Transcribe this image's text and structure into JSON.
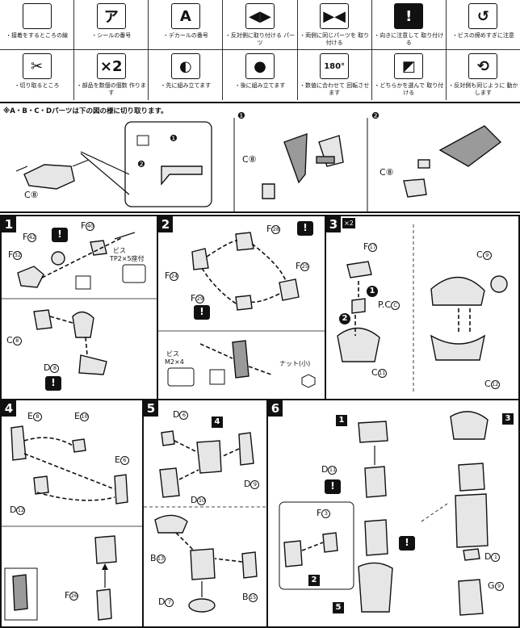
{
  "legend": {
    "row1": [
      {
        "icon": "blade-icon",
        "glyph": "",
        "caption": "・接着をするところの線"
      },
      {
        "icon": "sticker-icon",
        "glyph": "ア",
        "caption": "・シールの番号"
      },
      {
        "icon": "decal-icon",
        "glyph": "A",
        "caption": "・デカールの番号"
      },
      {
        "icon": "flip-arrows-icon",
        "glyph": "◀▶",
        "caption": "・反対側に取り付ける パーツ"
      },
      {
        "icon": "same-parts-icon",
        "glyph": "▶◀",
        "caption": "・両側に同じパーツを 取り付ける"
      },
      {
        "icon": "caution-icon",
        "glyph": "!",
        "caption": "・向きに注意して 取り付ける"
      },
      {
        "icon": "screw-tighten-icon",
        "glyph": "↺",
        "caption": "・ビスの締めすぎに注意"
      }
    ],
    "row2": [
      {
        "icon": "nipper-icon",
        "glyph": "✂",
        "caption": "・切り取るところ"
      },
      {
        "icon": "multiply-icon",
        "glyph": "×2",
        "caption": "・部品を数個の個数 作ります"
      },
      {
        "icon": "fit-first-icon",
        "glyph": "◐",
        "caption": "・先に組み立てます"
      },
      {
        "icon": "fit-later-icon",
        "glyph": "●",
        "caption": "・後に組み立てます"
      },
      {
        "icon": "rotate-180-icon",
        "glyph": "180°",
        "caption": "・数値に合わせて 回転させます"
      },
      {
        "icon": "choose-one-icon",
        "glyph": "◩",
        "caption": "・どちらかを選んで 取り付ける"
      },
      {
        "icon": "movable-icon",
        "glyph": "⟲",
        "caption": "・反対側も同じように 動かします"
      }
    ]
  },
  "note": "※A・B・C・Dパーツは下の図の様に切り取ります。",
  "cutting": {
    "part": "C⑧",
    "part_left": "C⑧",
    "part_right": "C⑧",
    "step_a": "❶",
    "step_b": "❷"
  },
  "steps": {
    "s1": {
      "num": "1",
      "labels": {
        "f42": "F",
        "f42n": "42",
        "f40": "F",
        "f40n": "40",
        "f32": "F",
        "f32n": "32",
        "screw": "ビス",
        "screw_spec": "TP2×5座付",
        "c8": "C",
        "c8n": "8",
        "d8": "D",
        "d8n": "8"
      }
    },
    "s2": {
      "num": "2",
      "labels": {
        "f28": "F",
        "f28n": "28",
        "f25": "F",
        "f25n": "25",
        "f24": "F",
        "f24n": "24",
        "f29": "F",
        "f29n": "29",
        "screw": "ビス",
        "screw_spec": "M2×4",
        "nut": "ナット(小)"
      }
    },
    "s3": {
      "num": "3",
      "mult": "×2",
      "labels": {
        "f17": "F",
        "f17n": "17",
        "pc": "P.C",
        "pcn": "C",
        "c11": "C",
        "c11n": "11",
        "c9": "C",
        "c9n": "9",
        "c12": "C",
        "c12n": "12"
      }
    },
    "s4": {
      "num": "4",
      "labels": {
        "e8": "E",
        "e8n": "8",
        "e10": "E",
        "e10n": "10",
        "e6": "E",
        "e6n": "6",
        "d12": "D",
        "d12n": "12",
        "f26": "F",
        "f26n": "26"
      }
    },
    "s5": {
      "num": "5",
      "labels": {
        "d6": "D",
        "d6n": "6",
        "ref": "4",
        "d9": "D",
        "d9n": "9",
        "d10": "D",
        "d10n": "10",
        "b13": "B",
        "b13n": "13",
        "b15": "B",
        "b15n": "15",
        "d7": "D",
        "d7n": "7"
      }
    },
    "s6": {
      "num": "6",
      "labels": {
        "ref1": "1",
        "ref3": "3",
        "ref2": "2",
        "ref5": "5",
        "d11": "D",
        "d11n": "11",
        "f3": "F",
        "f3n": "3",
        "d1": "D",
        "d1n": "1",
        "g9": "G",
        "g9n": "9"
      }
    }
  }
}
